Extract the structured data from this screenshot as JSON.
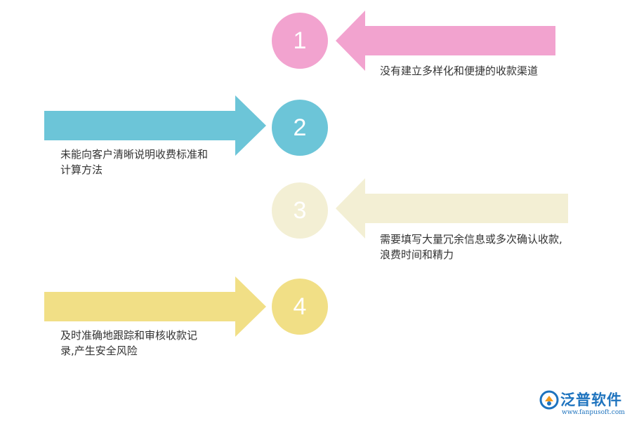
{
  "colors": {
    "step1": "#f2a3cf",
    "step2": "#6cc5d8",
    "step3": "#f3efd4",
    "step4": "#f1df86",
    "text": "#333333",
    "brand": "#1e73be"
  },
  "steps": [
    {
      "number": "1",
      "direction": "left",
      "text_lines": [
        "没有建立多样化和便捷的收款渠道"
      ]
    },
    {
      "number": "2",
      "direction": "right",
      "text_lines": [
        "未能向客户清晰说明收费标准和",
        "计算方法"
      ]
    },
    {
      "number": "3",
      "direction": "left",
      "text_lines": [
        "需要填写大量冗余信息或多次确认收款,",
        "浪费时间和精力"
      ]
    },
    {
      "number": "4",
      "direction": "right",
      "text_lines": [
        "及时准确地跟踪和审核收款记",
        "录,产生安全风险"
      ]
    }
  ],
  "logo": {
    "name": "泛普软件",
    "url": "www.fanpusoft.com",
    "icon": "fanpu-logo-icon"
  }
}
